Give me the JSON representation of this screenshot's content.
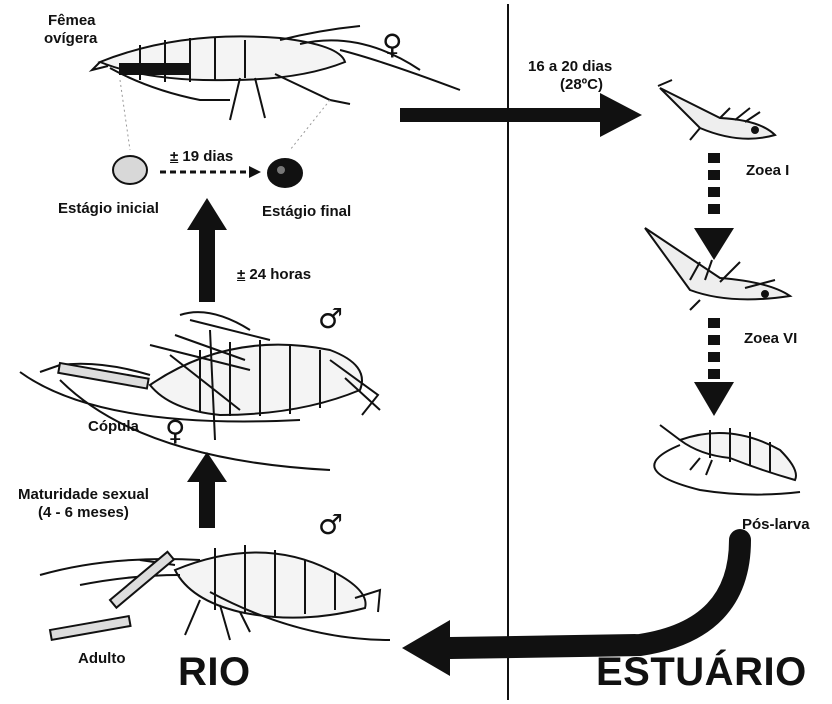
{
  "labels": {
    "femea_line1": "Fêmea",
    "femea_line2": "ovígera",
    "dias_19": "19 dias",
    "plus_minus": "±",
    "estagio_inicial": "Estágio inicial",
    "estagio_final": "Estágio final",
    "horas_24": "24 horas",
    "copula": "Cópula",
    "maturidade_line1": "Maturidade sexual",
    "maturidade_line2": "(4 - 6 meses)",
    "adulto": "Adulto",
    "dias_16_20": "16 a 20 dias",
    "temp": "(28ºC)",
    "zoea_1": "Zoea I",
    "zoea_6": "Zoea VI",
    "pos_larva": "Pós-larva"
  },
  "zones": {
    "left": "RIO",
    "right": "ESTUÁRIO"
  },
  "symbols": {
    "female": "♀",
    "male": "♂"
  },
  "colors": {
    "ink": "#111111",
    "background": "#ffffff"
  }
}
